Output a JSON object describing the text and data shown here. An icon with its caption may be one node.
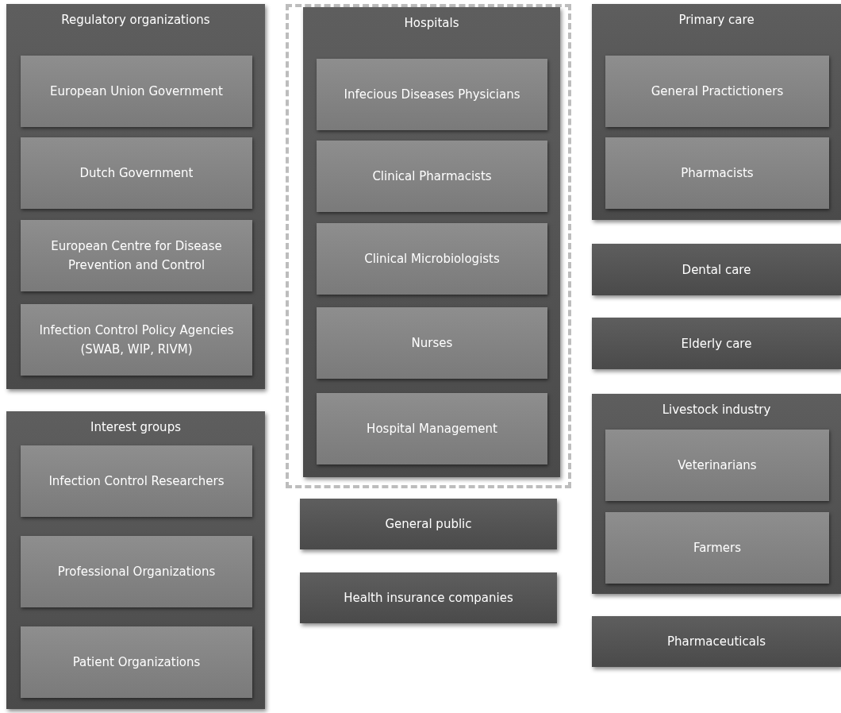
{
  "diagram": {
    "nodes": [
      {
        "text": [
          "Regulatory organizations"
        ]
      },
      {
        "text": [
          "European Union Government"
        ],
        "in": 0
      },
      {
        "text": [
          "Dutch Government"
        ],
        "in": 0
      },
      {
        "text": [
          "European Centre for Disease Prevention and Control"
        ],
        "in": 0
      },
      {
        "text": [
          "Infection Control Policy Agencies (SWAB, WIP, RIVM)"
        ],
        "in": 0
      },
      {
        "text": [
          "Interest groups"
        ]
      },
      {
        "text": [
          "Infection Control Researchers"
        ],
        "in": 5
      },
      {
        "text": [
          "Professional Organizations"
        ],
        "in": 5
      },
      {
        "text": [
          "Patient Organizations"
        ],
        "in": 5
      },
      {
        "text": [],
        "shape": "box"
      },
      {
        "text": [
          "Hospitals"
        ],
        "in": 9
      },
      {
        "text": [
          "Infecious Diseases Physicians"
        ],
        "in": 10
      },
      {
        "text": [
          "Clinical Pharmacists"
        ],
        "in": 10
      },
      {
        "text": [
          "Clinical Microbiologists"
        ],
        "in": 10
      },
      {
        "text": [
          "Nurses"
        ],
        "in": 10
      },
      {
        "text": [
          "Hospital Management"
        ],
        "in": 10
      },
      {
        "text": [
          "General public"
        ]
      },
      {
        "text": [
          "Health insurance companies"
        ]
      },
      {
        "text": [
          "Primary care"
        ]
      },
      {
        "text": [
          "General Practictioners"
        ],
        "in": 18
      },
      {
        "text": [
          "Pharmacists"
        ],
        "in": 18
      },
      {
        "text": [
          "Dental care"
        ]
      },
      {
        "text": [
          "Elderly care"
        ]
      },
      {
        "text": [
          "Livestock industry"
        ]
      },
      {
        "text": [
          "Veterinarians"
        ],
        "in": 23
      },
      {
        "text": [
          "Farmers"
        ],
        "in": 23
      },
      {
        "text": [
          "Pharmaceuticals"
        ]
      }
    ]
  }
}
